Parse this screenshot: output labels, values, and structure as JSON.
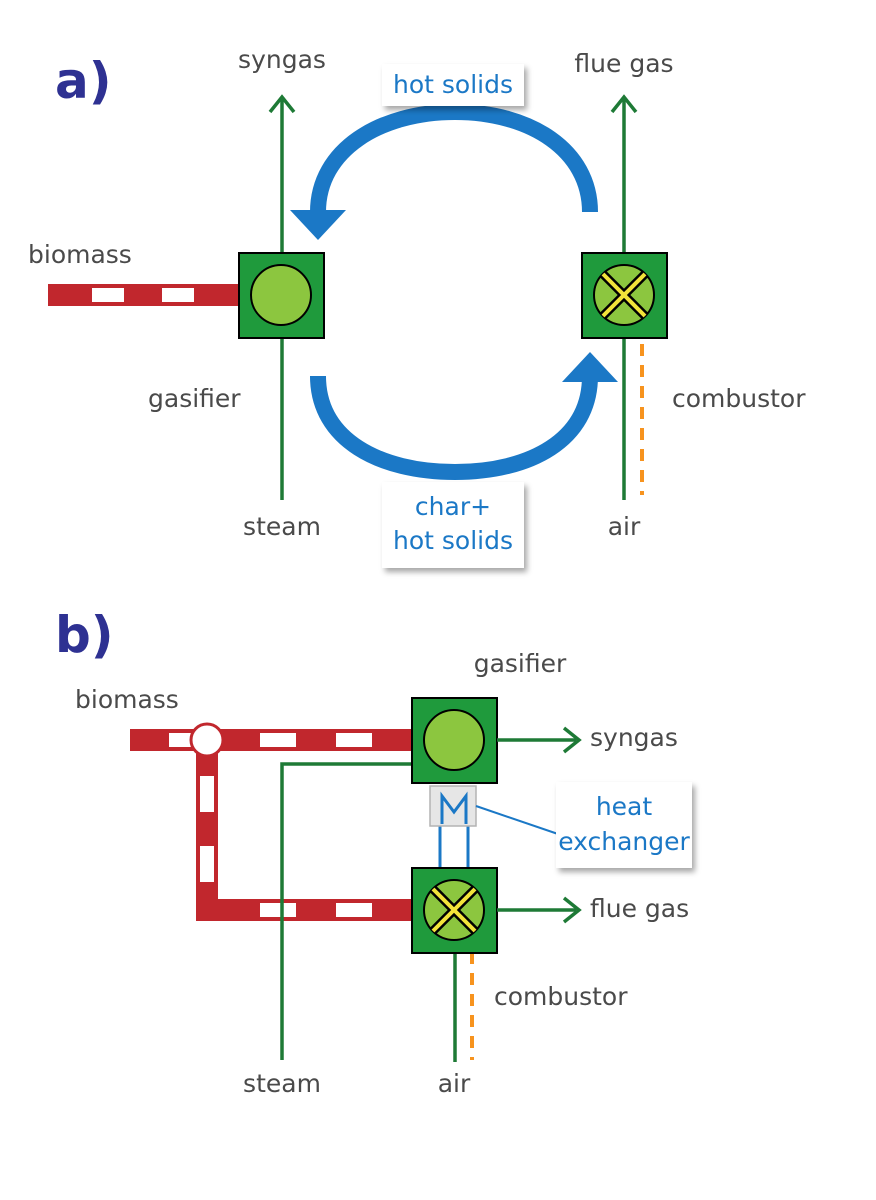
{
  "panel_a": {
    "label": "a)",
    "syngas": "syngas",
    "flue_gas": "flue gas",
    "hot_solids": "hot solids",
    "biomass": "biomass",
    "gasifier": "gasifier",
    "combustor": "combustor",
    "char_line1": "char+",
    "char_line2": "hot solids",
    "steam": "steam",
    "air": "air"
  },
  "panel_b": {
    "label": "b)",
    "gasifier": "gasifier",
    "biomass": "biomass",
    "syngas": "syngas",
    "heat_line1": "heat",
    "heat_line2": "exchanger",
    "flue_gas": "flue gas",
    "combustor": "combustor",
    "steam": "steam",
    "air": "air"
  },
  "colors": {
    "green_line": "#1e7a36",
    "reactor_fill": "#1f9a3c",
    "inner_circle": "#8cc63f",
    "blue_flow": "#1b78c6",
    "biomass_red": "#c1272d",
    "air_dash": "#f7931e",
    "cross_yellow": "#f2e33a",
    "panel_label": "#2e3192"
  }
}
